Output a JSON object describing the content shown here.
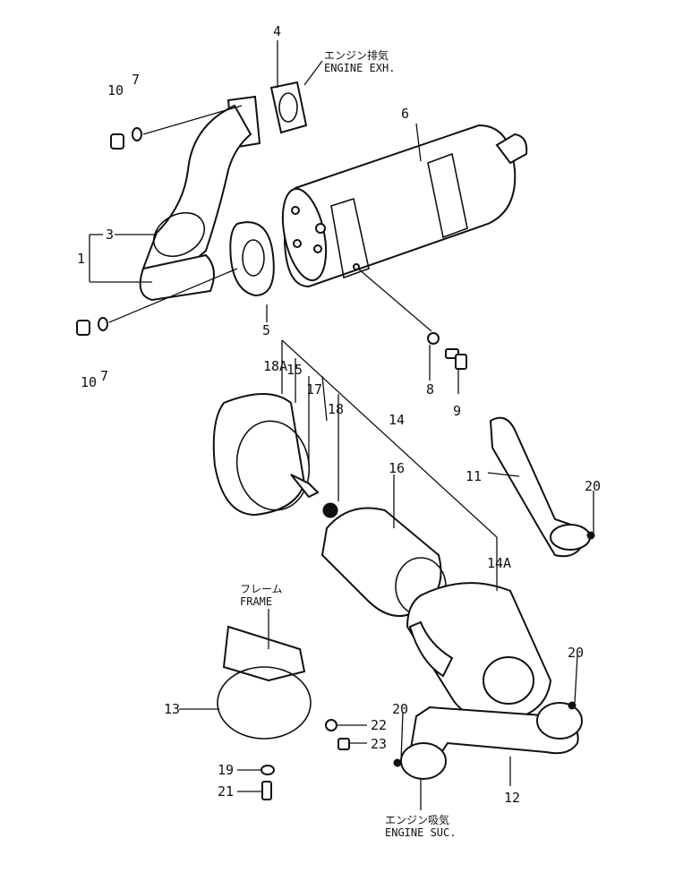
{
  "notes": {
    "engine_exh_jp": "エンジン排気",
    "engine_exh_en": "ENGINE EXH.",
    "frame_jp": "フレーム",
    "frame_en": "FRAME",
    "engine_suc_jp": "エンジン吸気",
    "engine_suc_en": "ENGINE SUC."
  },
  "callouts": {
    "c1": "1",
    "c3": "3",
    "c4": "4",
    "c5": "5",
    "c6": "6",
    "c7a": "7",
    "c7b": "7",
    "c8": "8",
    "c9": "9",
    "c10a": "10",
    "c10b": "10",
    "c11": "11",
    "c12": "12",
    "c13": "13",
    "c14": "14",
    "c14a": "14A",
    "c15": "15",
    "c16": "16",
    "c17": "17",
    "c18": "18",
    "c18a": "18A",
    "c19": "19",
    "c20a": "20",
    "c20b": "20",
    "c20c": "20",
    "c21": "21",
    "c22": "22",
    "c23": "23"
  }
}
